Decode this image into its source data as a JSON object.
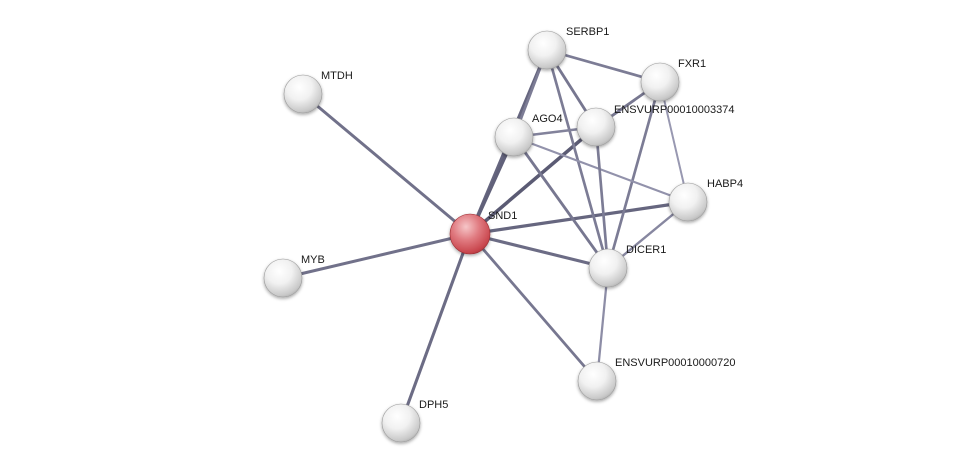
{
  "network": {
    "nodes": [
      {
        "id": "SND1",
        "label": "SND1",
        "color": "#d9545a",
        "highlight": true
      },
      {
        "id": "MTDH",
        "label": "MTDH",
        "color": "#e6e6e6",
        "highlight": false
      },
      {
        "id": "MYB",
        "label": "MYB",
        "color": "#e6e6e6",
        "highlight": false
      },
      {
        "id": "DPH5",
        "label": "DPH5",
        "color": "#e6e6e6",
        "highlight": false
      },
      {
        "id": "SERBP1",
        "label": "SERBP1",
        "color": "#e6e6e6",
        "highlight": false
      },
      {
        "id": "FXR1",
        "label": "FXR1",
        "color": "#e6e6e6",
        "highlight": false
      },
      {
        "id": "AGO4",
        "label": "AGO4",
        "color": "#e6e6e6",
        "highlight": false
      },
      {
        "id": "ENSVURP00010003374",
        "label": "ENSVURP00010003374",
        "color": "#e6e6e6",
        "highlight": false
      },
      {
        "id": "HABP4",
        "label": "HABP4",
        "color": "#e6e6e6",
        "highlight": false
      },
      {
        "id": "DICER1",
        "label": "DICER1",
        "color": "#e6e6e6",
        "highlight": false
      },
      {
        "id": "ENSVURP00010000720",
        "label": "ENSVURP00010000720",
        "color": "#e6e6e6",
        "highlight": false
      }
    ],
    "edges": [
      {
        "source": "SND1",
        "target": "MTDH",
        "strength": 0.7
      },
      {
        "source": "SND1",
        "target": "MYB",
        "strength": 0.7
      },
      {
        "source": "SND1",
        "target": "DPH5",
        "strength": 0.75
      },
      {
        "source": "SND1",
        "target": "SERBP1",
        "strength": 0.8
      },
      {
        "source": "SND1",
        "target": "AGO4",
        "strength": 0.85
      },
      {
        "source": "SND1",
        "target": "ENSVURP00010003374",
        "strength": 0.9
      },
      {
        "source": "SND1",
        "target": "HABP4",
        "strength": 0.8
      },
      {
        "source": "SND1",
        "target": "DICER1",
        "strength": 0.75
      },
      {
        "source": "SND1",
        "target": "ENSVURP00010000720",
        "strength": 0.65
      },
      {
        "source": "SERBP1",
        "target": "FXR1",
        "strength": 0.6
      },
      {
        "source": "SERBP1",
        "target": "AGO4",
        "strength": 0.6
      },
      {
        "source": "SERBP1",
        "target": "ENSVURP00010003374",
        "strength": 0.65
      },
      {
        "source": "SERBP1",
        "target": "DICER1",
        "strength": 0.6
      },
      {
        "source": "FXR1",
        "target": "ENSVURP00010003374",
        "strength": 0.65
      },
      {
        "source": "FXR1",
        "target": "DICER1",
        "strength": 0.6
      },
      {
        "source": "FXR1",
        "target": "HABP4",
        "strength": 0.35
      },
      {
        "source": "AGO4",
        "target": "ENSVURP00010003374",
        "strength": 0.55
      },
      {
        "source": "AGO4",
        "target": "DICER1",
        "strength": 0.65
      },
      {
        "source": "AGO4",
        "target": "HABP4",
        "strength": 0.4
      },
      {
        "source": "ENSVURP00010003374",
        "target": "DICER1",
        "strength": 0.6
      },
      {
        "source": "HABP4",
        "target": "DICER1",
        "strength": 0.5
      },
      {
        "source": "DICER1",
        "target": "ENSVURP00010000720",
        "strength": 0.45
      }
    ]
  }
}
